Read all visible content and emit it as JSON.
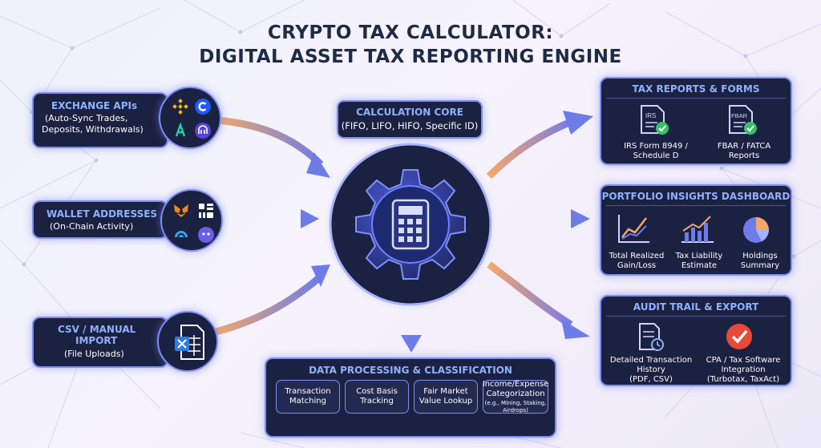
{
  "title": {
    "line1": "CRYPTO TAX CALCULATOR:",
    "line2": "DIGITAL ASSET TAX REPORTING ENGINE"
  },
  "inputs": {
    "exchange": {
      "heading": "EXCHANGE APIs",
      "line1": "(Auto-Sync Trades,",
      "line2": "Deposits, Withdrawals)",
      "icons": [
        "binance-icon",
        "coinbase-icon",
        "kraken-icon",
        "kraken-logo-icon"
      ]
    },
    "wallet": {
      "heading": "WALLET ADDRESSES",
      "line1": "(On-Chain Activity)",
      "icons": [
        "metamask-icon",
        "ledger-icon",
        "trust-wallet-icon",
        "wallet-icon"
      ]
    },
    "csv": {
      "heading1": "CSV / MANUAL",
      "heading2": "IMPORT",
      "line1": "(File Uploads)",
      "icons": [
        "excel-file-icon"
      ]
    }
  },
  "core": {
    "heading": "CALCULATION CORE",
    "methods": "(FIFO, LIFO, HIFO, Specific ID)",
    "icons": [
      "gear-icon",
      "calculator-icon"
    ]
  },
  "processing": {
    "heading": "DATA PROCESSING & CLASSIFICATION",
    "items": [
      {
        "line1": "Transaction",
        "line2": "Matching"
      },
      {
        "line1": "Cost Basis",
        "line2": "Tracking"
      },
      {
        "line1": "Fair Market",
        "line2": "Value Lookup"
      },
      {
        "line1": "Income/Expense",
        "line2": "Categorization",
        "note1": "(e.g., Mining, Staking,",
        "note2": "Airdrops)"
      }
    ]
  },
  "outputs": {
    "reports": {
      "heading": "TAX REPORTS & FORMS",
      "items": [
        {
          "tag": "IRS",
          "line1": "IRS Form 8949 /",
          "line2": "Schedule D",
          "icon": "document-check-icon"
        },
        {
          "tag": "FBAR",
          "line1": "FBAR / FATCA",
          "line2": "Reports",
          "icon": "document-check-icon"
        }
      ]
    },
    "insights": {
      "heading": "PORTFOLIO INSIGHTS DASHBOARD",
      "items": [
        {
          "line1": "Total Realized",
          "line2": "Gain/Loss",
          "icon": "line-chart-icon"
        },
        {
          "line1": "Tax Liability",
          "line2": "Estimate",
          "icon": "bar-chart-icon"
        },
        {
          "line1": "Holdings",
          "line2": "Summary",
          "icon": "pie-chart-icon"
        }
      ]
    },
    "audit": {
      "heading": "AUDIT TRAIL & EXPORT",
      "items": [
        {
          "line1": "Detailed Transaction",
          "line2": "History",
          "line3": "(PDF, CSV)",
          "icon": "history-document-icon"
        },
        {
          "line1": "CPA / Tax Software",
          "line2": "Integration",
          "line3": "(Turbotax, TaxAct)",
          "icon": "checkmark-badge-icon"
        }
      ]
    }
  },
  "colors": {
    "panel": "#1b2140",
    "border": "#7e8ef5",
    "heading": "#8fb1ff",
    "arrow_start": "#f3a86a",
    "arrow_end": "#6d7ce8",
    "check": "#37c06a",
    "alert_red": "#e8493a"
  }
}
